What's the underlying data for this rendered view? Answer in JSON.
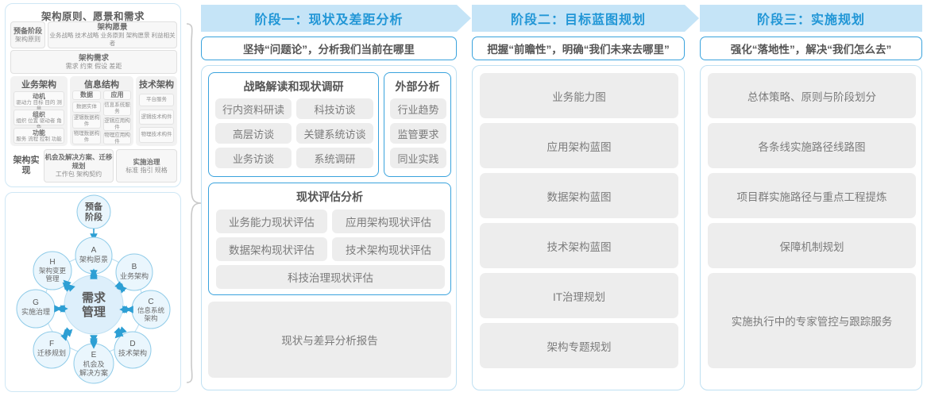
{
  "left": {
    "togaf": {
      "title": "架构原则、愿景和需求",
      "prep": {
        "title": "预备阶段",
        "sub": "架构原则"
      },
      "vision": {
        "title": "架构愿景",
        "sub": "业务战略 技术战略 业务原则 架构愿景 利益相关者"
      },
      "requirements": {
        "title": "架构需求",
        "sub": "需求   约束   假设   差距"
      },
      "columns": [
        {
          "header": "业务架构",
          "items": [
            {
              "title": "动机",
              "sub": "驱动力 目标 目的 测量"
            },
            {
              "title": "组织",
              "sub": "组织 位置 驱动者 角色"
            },
            {
              "title": "功能",
              "sub": "服务 流程 控制 功能"
            }
          ]
        },
        {
          "header": "信息结构",
          "left_items": [
            {
              "title": "数据",
              "sub": ""
            },
            {
              "title": "",
              "sub": "数据实体"
            },
            {
              "title": "",
              "sub": "逻辑数据构件"
            },
            {
              "title": "",
              "sub": "物理数据构件"
            }
          ],
          "right_items": [
            {
              "title": "应用",
              "sub": ""
            },
            {
              "title": "",
              "sub": "信息系统服务"
            },
            {
              "title": "",
              "sub": "逻辑应用构件"
            },
            {
              "title": "",
              "sub": "物理应用构件"
            }
          ]
        },
        {
          "header": "技术架构",
          "items": [
            {
              "title": "",
              "sub": "平台服务"
            },
            {
              "title": "",
              "sub": "逻辑技术构件"
            },
            {
              "title": "",
              "sub": "物理技术构件"
            }
          ]
        }
      ],
      "realization": {
        "label": "架构实现",
        "opportunity": {
          "title": "机会及解决方案、迁移规划",
          "sub": "工作包  架构契约"
        },
        "governance": {
          "title": "实施治理",
          "sub": "标准  指引  规格"
        }
      }
    },
    "adm": {
      "center": "需求管理",
      "prep": "预备阶段",
      "nodes": [
        {
          "key": "A",
          "label": "架构愿景"
        },
        {
          "key": "B",
          "label": "业务架构"
        },
        {
          "key": "C",
          "label": "信息系统架构"
        },
        {
          "key": "D",
          "label": "技术架构"
        },
        {
          "key": "E",
          "label": "机会及解决方案"
        },
        {
          "key": "F",
          "label": "迁移规划"
        },
        {
          "key": "G",
          "label": "实施治理"
        },
        {
          "key": "H",
          "label": "架构变更管理"
        }
      ]
    }
  },
  "phases": [
    {
      "band": "阶段一：现状及差距分析",
      "subtitle": "坚持“问题论”，分析我们当前在哪里"
    },
    {
      "band": "阶段二：目标蓝图规划",
      "subtitle": "把握“前瞻性”，明确“我们未来去哪里”"
    },
    {
      "band": "阶段三：实施规划",
      "subtitle": "强化“落地性”，解决“我们怎么去”"
    }
  ],
  "phase1": {
    "strategy_card": {
      "title": "战略解读和现状调研",
      "pills": [
        "行内资料研读",
        "科技访谈",
        "高层访谈",
        "关键系统访谈",
        "业务访谈",
        "系统调研"
      ]
    },
    "external_card": {
      "title": "外部分析",
      "pills": [
        "行业趋势",
        "监管要求",
        "同业实践"
      ]
    },
    "assessment_card": {
      "title": "现状评估分析",
      "pills": [
        "业务能力现状评估",
        "应用架构现状评估",
        "数据架构现状评估",
        "技术架构现状评估"
      ],
      "wide_pill": "科技治理现状评估"
    },
    "report": "现状与差异分析报告"
  },
  "phase2": {
    "items": [
      "业务能力图",
      "应用架构蓝图",
      "数据架构蓝图",
      "技术架构蓝图",
      "IT治理规划",
      "架构专题规划"
    ]
  },
  "phase3": {
    "items": [
      "总体策略、原则与阶段划分",
      "各条线实施路径线路图",
      "项目群实施路径与重点工程提炼",
      "保障机制规划",
      "实施执行中的专家管控与跟踪服务"
    ]
  },
  "colors": {
    "band": "#c5e4f7",
    "band_text": "#2196d6",
    "card_border": "#3aa3dd",
    "panel_border": "#bfe0f2",
    "pill_bg": "#ededed",
    "pill_text": "#7b7b7b"
  }
}
